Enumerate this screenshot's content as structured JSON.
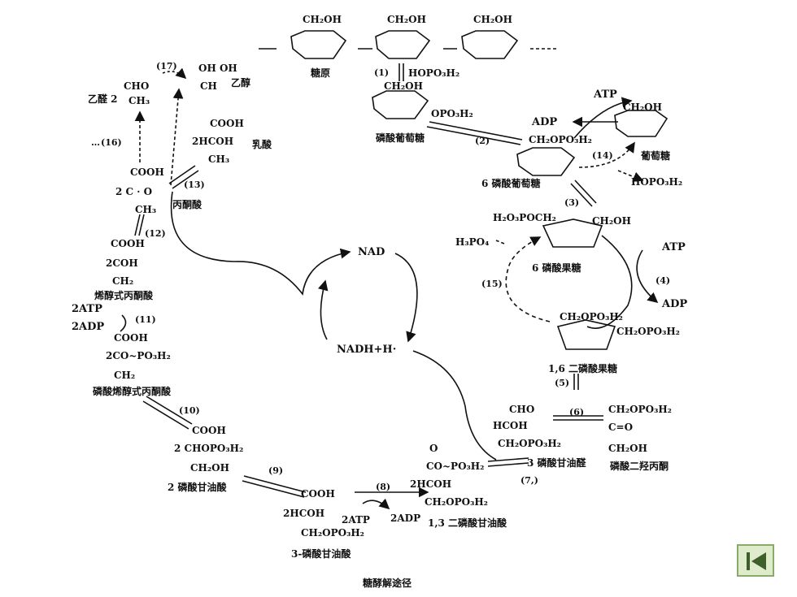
{
  "diagram": {
    "caption": "糖酵解途径",
    "center": {
      "nad": "NAD",
      "nadh": "NADH+H·"
    },
    "glycogen": {
      "ch2oh_1": "CH₂OH",
      "ch2oh_2": "CH₂OH",
      "ch2oh_3": "CH₂OH",
      "name": "糖原"
    },
    "steps": {
      "s1": "(1)",
      "s2": "(2)",
      "s3": "(3)",
      "s4": "(4)",
      "s5": "(5)",
      "s6": "(6)",
      "s7": "(7,)",
      "s8": "(8)",
      "s9": "(9)",
      "s10": "(10)",
      "s11": "(11)",
      "s12": "(12)",
      "s13": "(13)",
      "s14": "(14)",
      "s15": "(15)",
      "s16": "(16)",
      "s17": "(17)"
    },
    "g1p": {
      "hopo3h2": "HOPO₃H₂",
      "ch2oh": "CH₂OH",
      "opo3h2": "OPO₃H₂",
      "name": "磷酸葡萄糖"
    },
    "g6p": {
      "atp": "ATP",
      "adp": "ADP",
      "ch2opo3h2": "CH₂OPO₃H₂",
      "name": "6 磷酸葡萄糖"
    },
    "glucose": {
      "ch2oh": "CH₂OH",
      "name": "葡萄糖",
      "hopo3h2": "HOPO₃H₂"
    },
    "f6p": {
      "h2o3poch2": "H₂O₃POCH₂",
      "ch2oh": "CH₂OH",
      "h3po4": "H₃PO₄",
      "name": "6 磷酸果糖"
    },
    "pfk": {
      "atp": "ATP",
      "adp": "ADP"
    },
    "f16bp": {
      "ch2opo3h2_a": "CH₂OPO₃H₂",
      "ch2opo3h2_b": "CH₂OPO₃H₂",
      "name": "1,6 二磷酸果糖"
    },
    "triose": {
      "cho": "CHO",
      "hcoh": "HCOH",
      "ch2opo3h2_l": "CH₂OPO₃H₂",
      "ch2opo3h2_r": "CH₂OPO₃H₂",
      "co": "C=O",
      "ch2oh": "CH₂OH",
      "gap_name": "3 磷酸甘油醛",
      "dhap_name": "磷酸二羟丙酮"
    },
    "bpg": {
      "o": "O",
      "co_po3h2": "CO~PO₃H₂",
      "hcoh": "2HCOH",
      "ch2opo3h2": "CH₂OPO₃H₂",
      "name": "1,3 二磷酸甘油酸"
    },
    "pgk": {
      "atp": "2ATP",
      "adp": "2ADP"
    },
    "pg3": {
      "cooh": "COOH",
      "hcoh": "2HCOH",
      "ch2opo3h2": "CH₂OPO₃H₂",
      "name": "3-磷酸甘油酸"
    },
    "pg2": {
      "cooh": "COOH",
      "chopo3h2": "2 CHOPO₃H₂",
      "ch2oh": "CH₂OH",
      "name": "2 磷酸甘油酸"
    },
    "pep": {
      "cooh": "COOH",
      "co_po3h2": "2CO~PO₃H₂",
      "ch2": "CH₂",
      "name": "磷酸烯醇式丙酮酸"
    },
    "pk": {
      "atp": "2ATP",
      "adp": "2ADP"
    },
    "enol": {
      "cooh": "COOH",
      "coh": "2COH",
      "ch2": "CH₂",
      "name": "烯醇式丙酮酸"
    },
    "pyruvate": {
      "cooh": "COOH",
      "co": "2 C · O",
      "ch3": "CH₃",
      "name": "丙酮酸"
    },
    "lactate": {
      "cooh": "COOH",
      "hcoh": "2HCOH",
      "ch3": "CH₃",
      "name": "乳酸"
    },
    "acetaldehyde": {
      "cho": "CHO",
      "prefix": "乙醛 2",
      "ch3": "CH₃"
    },
    "ethanol": {
      "ohoh": "OH OH",
      "ch": "CH",
      "name": "乙醇"
    },
    "dots": "…"
  },
  "nav": {
    "icon": "first-page-icon"
  }
}
